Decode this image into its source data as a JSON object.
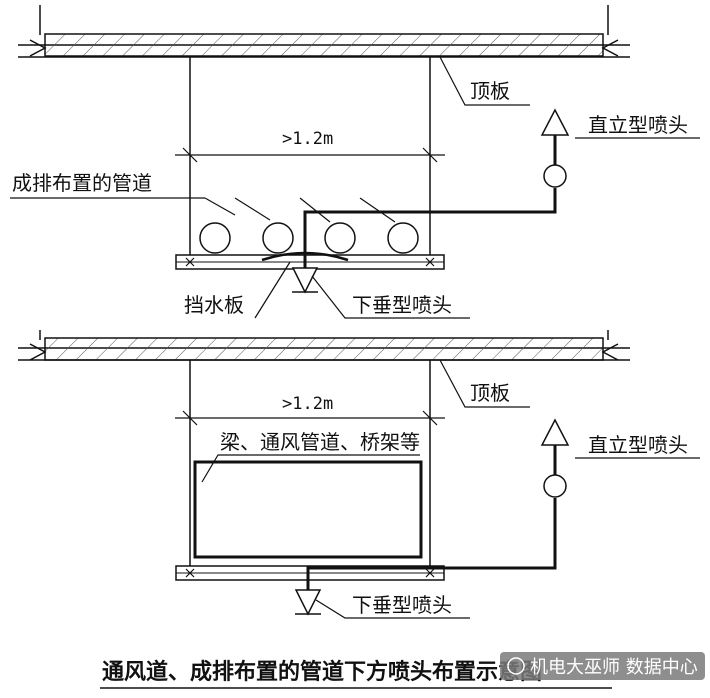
{
  "top_panel": {
    "ceiling_label": "顶板",
    "dimension_label": ">1.2m",
    "upright_sprinkler_label": "直立型喷头",
    "pipes_label": "成排布置的管道",
    "baffle_label": "挡水板",
    "pendent_sprinkler_label": "下垂型喷头"
  },
  "bottom_panel": {
    "ceiling_label": "顶板",
    "dimension_label": ">1.2m",
    "obstruction_label": "梁、通风管道、桥架等",
    "upright_sprinkler_label": "直立型喷头",
    "pendent_sprinkler_label": "下垂型喷头"
  },
  "caption": "通风道、成排布置的管道下方喷头布置示意图",
  "watermark": "机电大巫师 数据中心",
  "colors": {
    "line": "#111111",
    "background": "#ffffff"
  }
}
